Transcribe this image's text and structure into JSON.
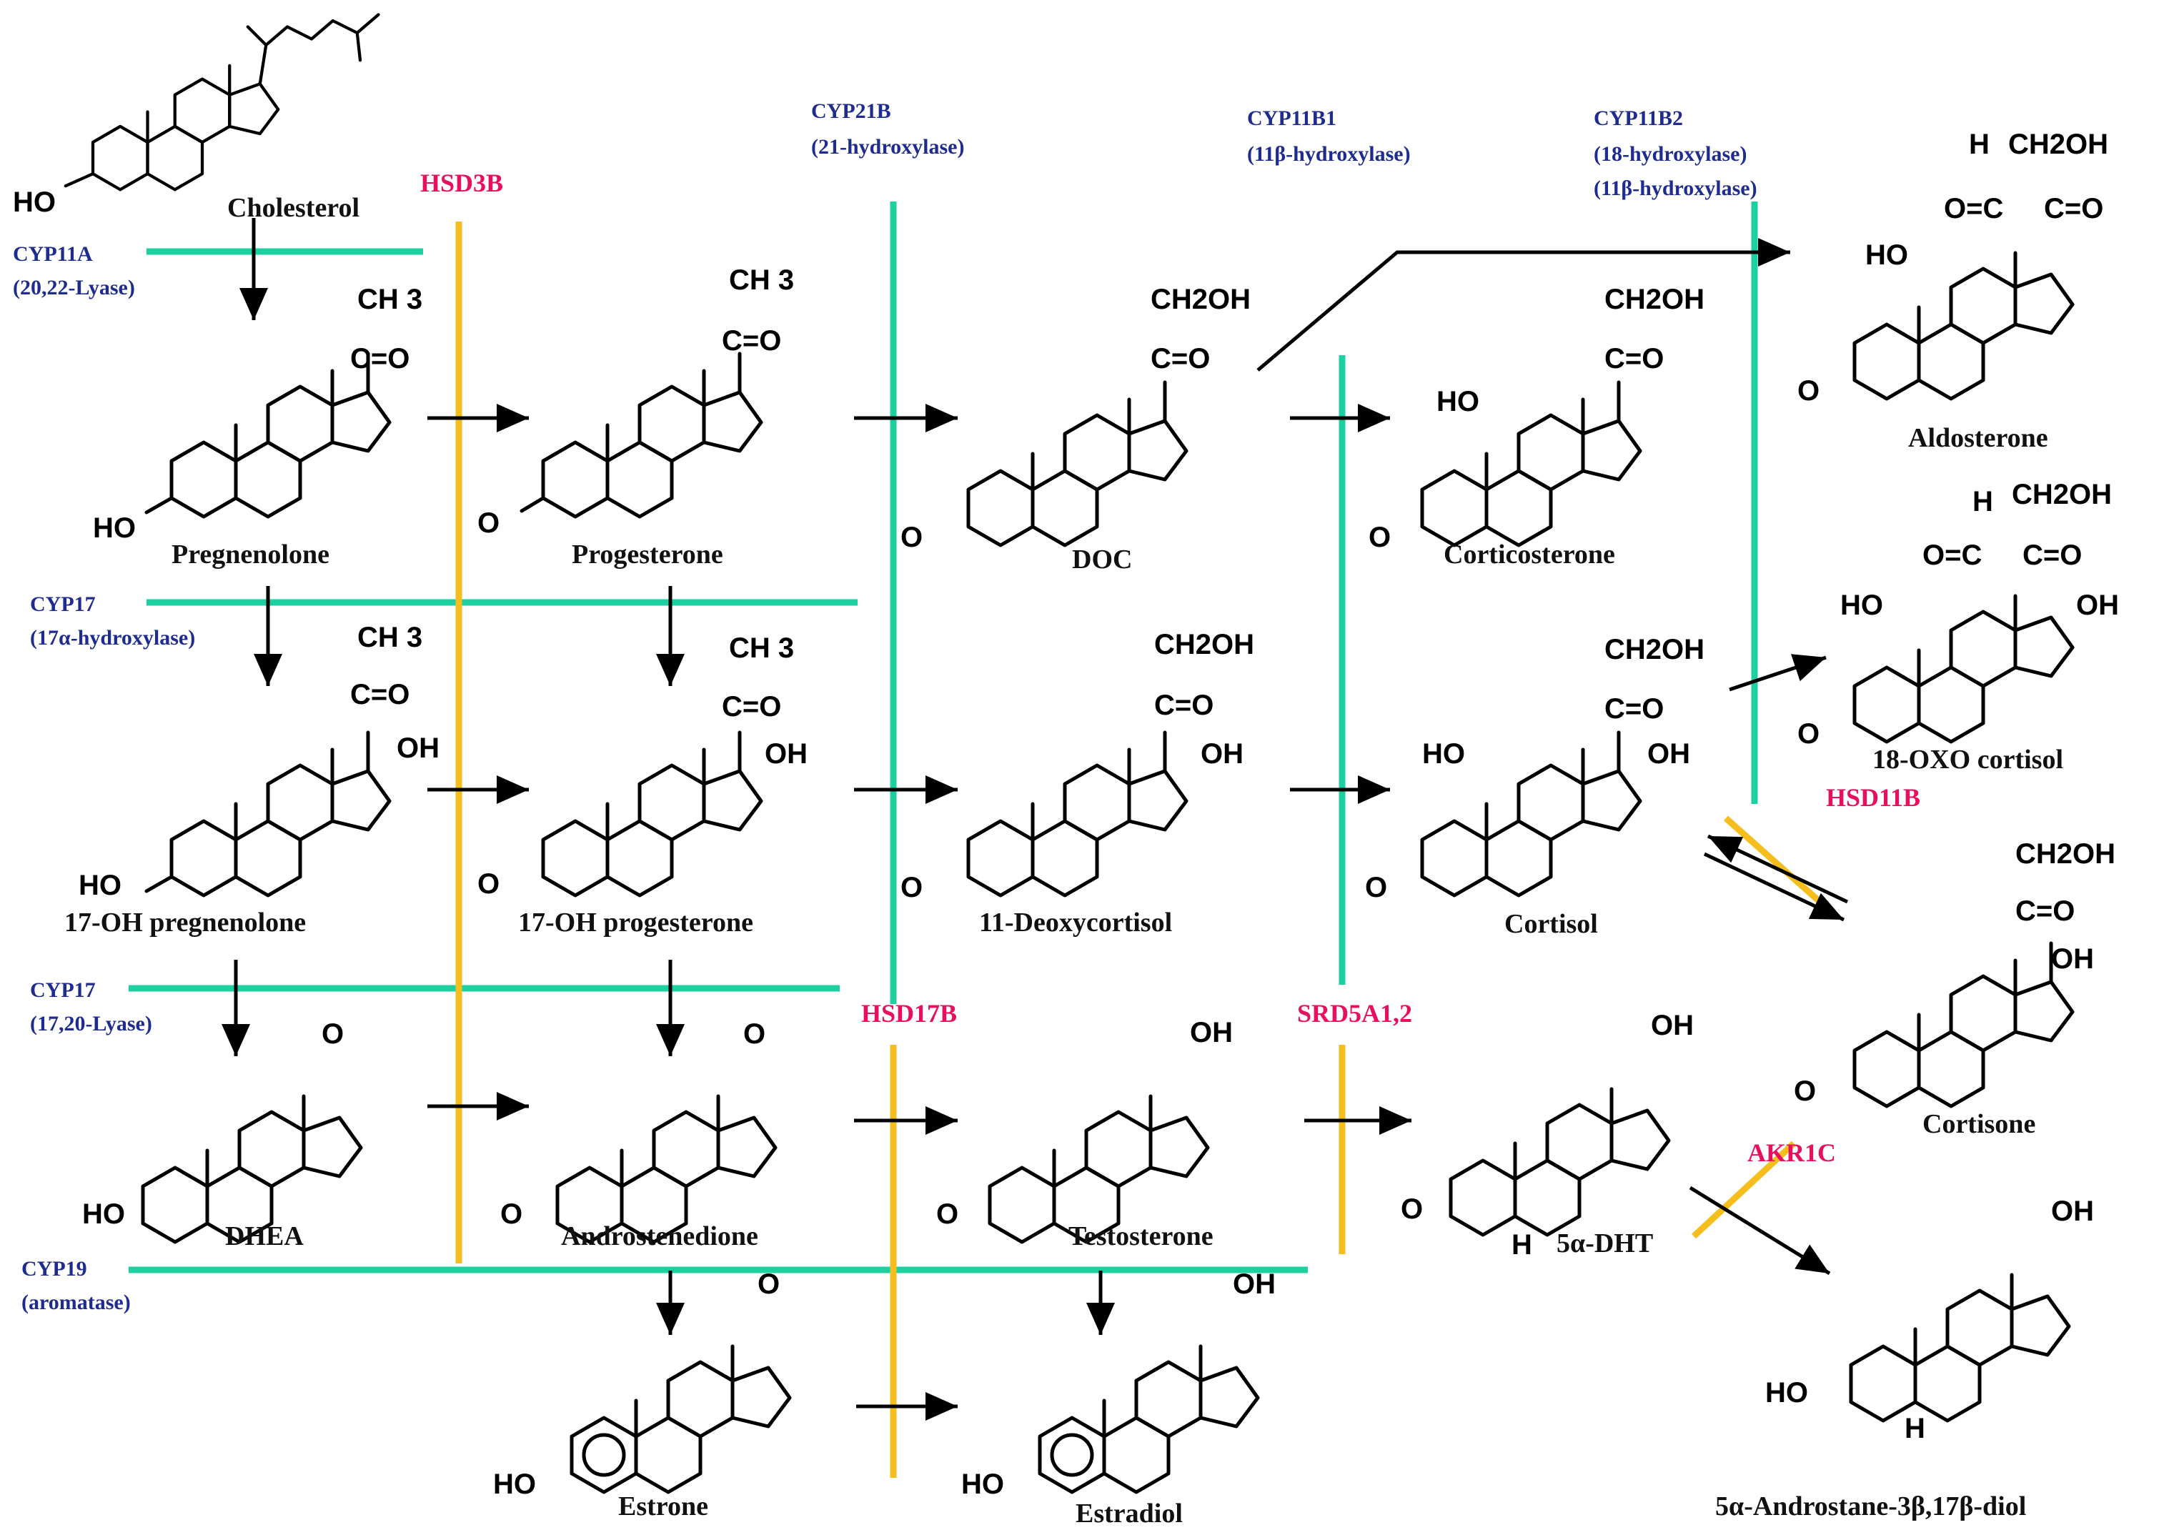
{
  "enzymes": {
    "cyp11a": {
      "name": "CYP11A",
      "sub": "(20,22-Lyase)"
    },
    "cyp17_hyd": {
      "name": "CYP17",
      "sub": "(17α-hydroxylase)"
    },
    "cyp17_lyase": {
      "name": "CYP17",
      "sub": "(17,20-Lyase)"
    },
    "cyp19": {
      "name": "CYP19",
      "sub": "(aromatase)"
    },
    "cyp21b": {
      "name": "CYP21B",
      "sub": "(21-hydroxylase)"
    },
    "cyp11b1": {
      "name": "CYP11B1",
      "sub": "(11β-hydroxylase)"
    },
    "cyp11b2": {
      "name": "CYP11B2",
      "sub": "(18-hydroxylase)",
      "sub2": "(11β-hydroxylase)"
    },
    "hsd3b": "HSD3B",
    "hsd17b": "HSD17B",
    "srd5a": "SRD5A1,2",
    "hsd11b": "HSD11B",
    "akr1c": "AKR1C"
  },
  "compounds": {
    "cholesterol": "Cholesterol",
    "pregnenolone": "Pregnenolone",
    "progesterone": "Progesterone",
    "doc": "DOC",
    "corticosterone": "Corticosterone",
    "aldosterone": "Aldosterone",
    "oh_pregnenolone": "17-OH pregnenolone",
    "oh_progesterone": "17-OH progesterone",
    "deoxycortisol": "11-Deoxycortisol",
    "cortisol": "Cortisol",
    "oxo_cortisol": "18-OXO  cortisol",
    "cortisone": "Cortisone",
    "dhea": "DHEA",
    "androstenedione": "Androstenedione",
    "testosterone": "Testosterone",
    "dht": "5α-DHT",
    "androstanediol": "5α-Androstane-3β,17β-diol",
    "estrone": "Estrone",
    "estradiol": "Estradiol"
  },
  "atoms": {
    "ho": "HO",
    "oh": "OH",
    "o": "O",
    "h": "H",
    "ch3": "CH 3",
    "ch2oh": "CH2OH",
    "co": "C=O",
    "oc": "O=C"
  },
  "colors": {
    "enzyme_text": "#1f2c8f",
    "inhibitor_text": "#e8105e",
    "green_bar": "#1ecfa0",
    "orange_bar": "#f5be1d"
  }
}
